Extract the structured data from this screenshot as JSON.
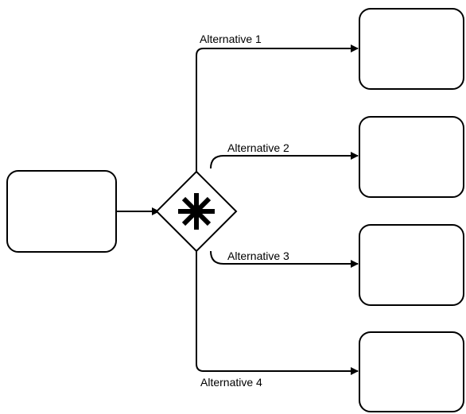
{
  "diagram": {
    "type": "bpmn-complex-gateway",
    "gateway": {
      "icon": "asterisk-icon",
      "kind": "complex-gateway"
    },
    "source_task": {
      "label": ""
    },
    "flows": [
      {
        "label": "Alternative 1",
        "target_task": ""
      },
      {
        "label": "Alternative 2",
        "target_task": ""
      },
      {
        "label": "Alternative 3",
        "target_task": ""
      },
      {
        "label": "Alternative 4",
        "target_task": ""
      }
    ]
  }
}
